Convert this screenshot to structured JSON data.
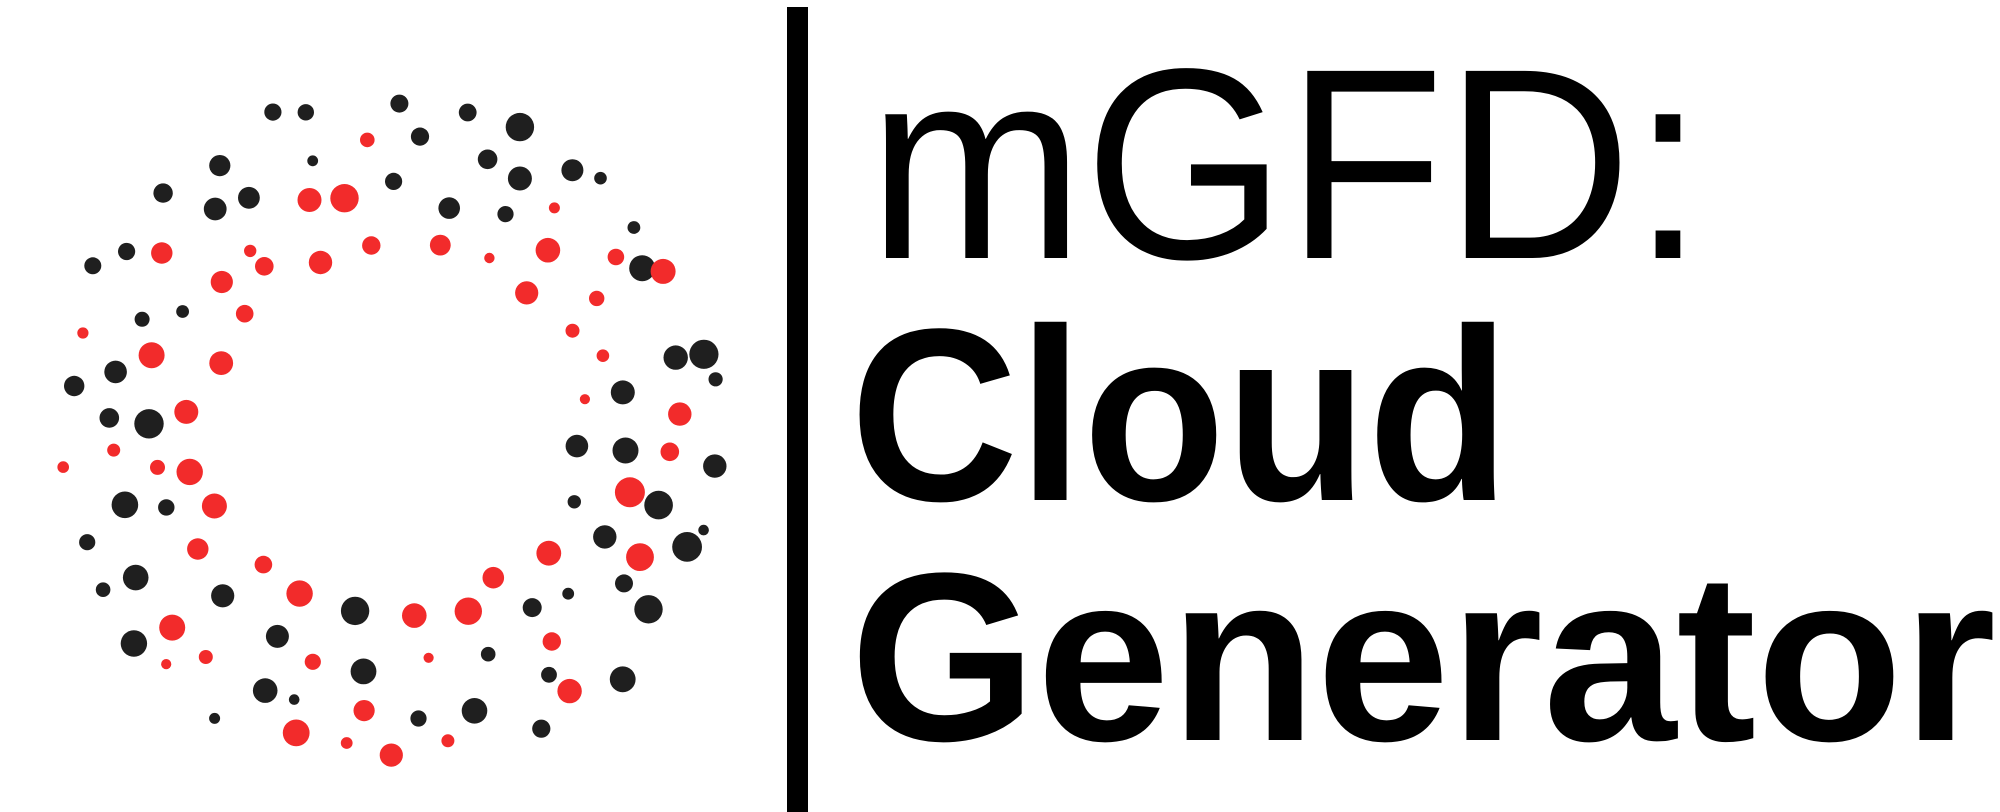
{
  "logo": {
    "line1": "mGFD:",
    "line2": "Cloud",
    "line3": "Generator"
  },
  "colors": {
    "red": "#f22b2b",
    "black": "#1f1f1f",
    "text": "#000000"
  },
  "icons": {
    "mark": "dotted-ring-icon"
  }
}
